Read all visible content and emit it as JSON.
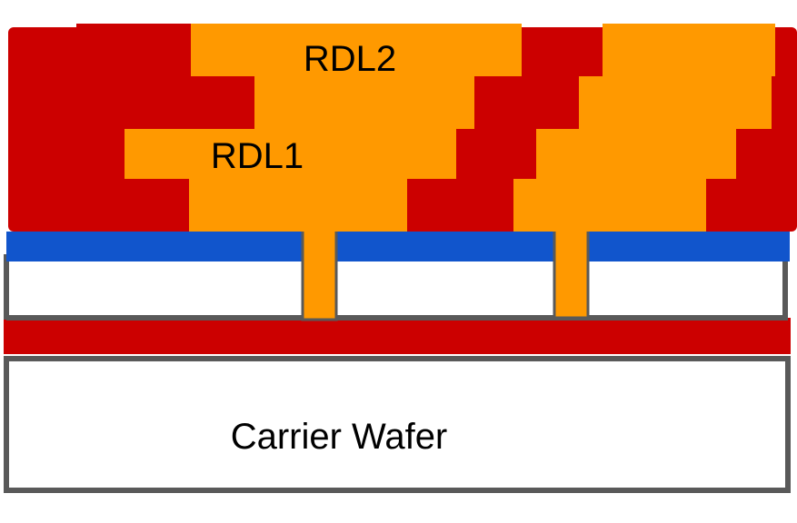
{
  "labels": {
    "rdl2": "RDL2",
    "rdl1": "RDL1",
    "carrier": "Carrier Wafer"
  },
  "colors": {
    "dielectric": "#cc0000",
    "copper": "#ff9900",
    "passivation": "#1155cc",
    "outline": "#595959",
    "background": "#ffffff"
  }
}
